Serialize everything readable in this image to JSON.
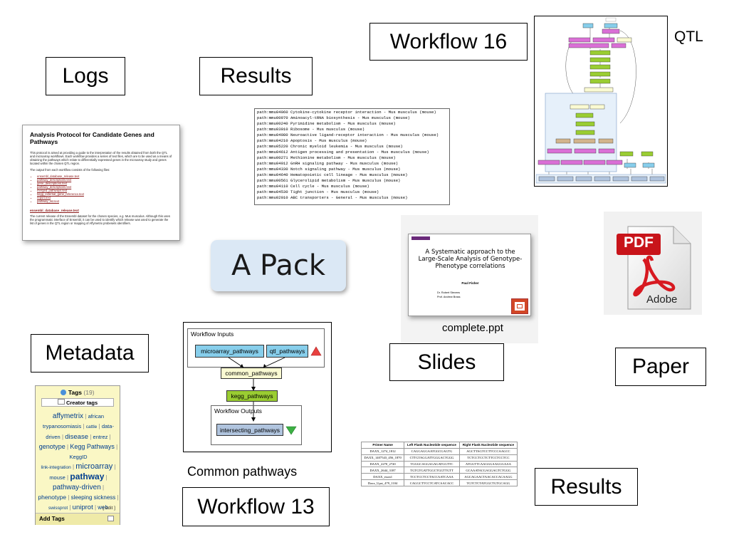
{
  "labels": {
    "logs": "Logs",
    "results_top": "Results",
    "workflow16": "Workflow 16",
    "qtl": "QTL",
    "a_pack": "A Pack",
    "metadata": "Metadata",
    "slides": "Slides",
    "paper": "Paper",
    "common_pathways": "Common pathways",
    "workflow13": "Workflow 13",
    "results_bottom": "Results",
    "complete_ppt": "complete.ppt"
  },
  "logs_doc": {
    "title": "Analysis Protocol for Candidate Genes and Pathways",
    "intro": "This protocol is aimed at providing a guide to the interpretation of the results obtained from both the QTL and microarray workflows. Each workflow provides a series of text files, which are to be used as a means of obtaining the pathways which relate to differentially expressed genes in the microarray study and genes located within the chosen QTL region.",
    "files_intro": "The output from each workflow consists of the following files:",
    "files": [
      "ensembl_database_release.text",
      "pathway_descriptions.text",
      "gene_descriptions.text",
      "pathway_descriptions.text",
      "merged_pathways.text",
      "kegg_external_gene_reference.text",
      "report.text",
      "pathway_list.text"
    ],
    "section": "ensembl_database_release.text",
    "section_body": "The current release of the Ensembl dataset for the chosen species, e.g. Mus musculus. Although this uses the programmatic interface of Ensembl, it can be used to identify which release was used to generate the list of genes in the QTL region or mapping of Affymetrix probesets identifiers."
  },
  "results_rows": [
    "path:mmu04060 Cytokine-cytokine receptor interaction - Mus musculus (mouse)",
    "path:mmu00970 Aminoacyl-tRNA biosynthesis - Mus musculus (mouse)",
    "path:mmu00240 Pyrimidine metabolism - Mus musculus (mouse)",
    "path:mmu03010 Ribosome - Mus musculus (mouse)",
    "path:mmu04080 Neuroactive ligand-receptor interaction - Mus musculus (mouse)",
    "path:mmu04210 Apoptosis - Mus musculus (mouse)",
    "path:mmu05220 Chronic myeloid leukemia - Mus musculus (mouse)",
    "path:mmu04612 Antigen processing and presentation - Mus musculus (mouse)",
    "path:mmu00271 Methionine metabolism - Mus musculus (mouse)",
    "path:mmu04912 GnRH signaling pathway - Mus musculus (mouse)",
    "path:mmu04330 Notch signaling pathway - Mus musculus (mouse)",
    "path:mmu04640 Hematopoietic cell lineage - Mus musculus (mouse)",
    "path:mmu00561 Glycerolipid metabolism - Mus musculus (mouse)",
    "path:mmu04110 Cell cycle - Mus musculus (mouse)",
    "path:mmu04530 Tight junction - Mus musculus (mouse)",
    "path:mmu02010 ABC transporters - General - Mus musculus (mouse)"
  ],
  "slide": {
    "title": "A Systematic approach to the Large-Scale Analysis of Genotype-Phenotype correlations",
    "author": "Paul Fisher",
    "lines": [
      "Dr. Robert Stevens",
      "Prof. Andrew Brass"
    ]
  },
  "pdf": {
    "badge": "PDF",
    "brand": "Adobe",
    "colors": {
      "badge": "#c8141a",
      "ribbon": "#d71920"
    }
  },
  "workflow13": {
    "inputs_title": "Workflow Inputs",
    "outputs_title": "Workflow Outputs",
    "in1": "microarray_pathways",
    "in2": "qtl_pathways",
    "mid": "common_pathways",
    "kegg": "kegg_pathways",
    "out": "intersecting_pathways",
    "colors": {
      "input": "#87ceeb",
      "mid": "#fafad2",
      "kegg": "#9acd32",
      "output": "#b0c4de"
    }
  },
  "tags": {
    "header": "Tags",
    "count": "(19)",
    "creator": "Creator tags",
    "items": [
      "affymetrix",
      "african trypanosomiasis",
      "cattle",
      "data-driven",
      "disease",
      "entrez",
      "genotype",
      "Kegg Pathways",
      "KeggID",
      "link-integration",
      "microarray",
      "mouse",
      "pathway",
      "pathway-driven",
      "phenotype",
      "sleeping sickness",
      "swissprot",
      "uniprot",
      "web services"
    ],
    "edit": "[ edit ]",
    "add": "Add Tags"
  },
  "primer_table": {
    "headers": [
      "Primer Name",
      "Left Flank Nucleotide sequence",
      "Right Flank Nucleotide sequence"
    ],
    "rows": [
      [
        "DAXX_1274_1812",
        "CAGGAGGAATGGCGAGTG",
        "AGCTTAGTCCTTCCCAAGCC"
      ],
      [
        "DAXX_1407543_456_1870",
        "CTTGTAGGATTGGGACTGGG",
        "TCTCCTCCTCTTCCTCCTCC"
      ],
      [
        "DAXX_2270_2720",
        "TGGGCAGGAGAGATGGTTC",
        "ATGGTTCAAGGGAAGGGAAA"
      ],
      [
        "DAXX_2644_3187",
        "TGTGTGATTGGCTGGTTGTT",
        "GCAAATACGAGGAGTCTGGG"
      ],
      [
        "DAXX_exon1",
        "TCCTCCTCCTACCAATCAAA",
        "AGCAGAACTAACACCACAAGG"
      ],
      [
        "Daxx_Upst_479_1104",
        "CAGGCTTCCTCATCAACACC",
        "TGTCTCTATGGCTGTGCAGG"
      ]
    ]
  }
}
